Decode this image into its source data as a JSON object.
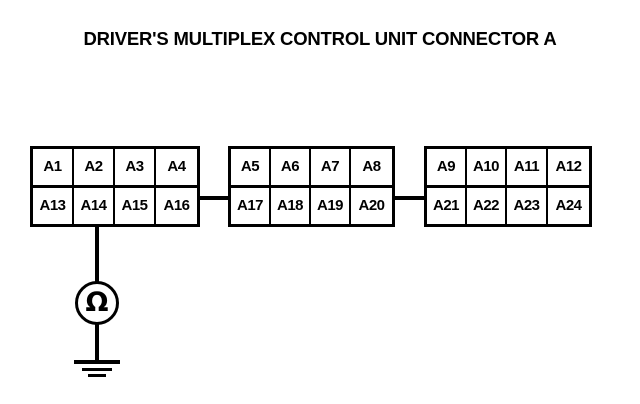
{
  "title": "DRIVER'S MULTIPLEX CONTROL UNIT CONNECTOR A",
  "connector": {
    "name": "Connector A",
    "blocks": [
      {
        "id": "block-1",
        "top_row": [
          "A1",
          "A2",
          "A3",
          "A4"
        ],
        "bottom_row": [
          "A13",
          "A14",
          "A15",
          "A16"
        ]
      },
      {
        "id": "block-2",
        "top_row": [
          "A5",
          "A6",
          "A7",
          "A8"
        ],
        "bottom_row": [
          "A17",
          "A18",
          "A19",
          "A20"
        ]
      },
      {
        "id": "block-3",
        "top_row": [
          "A9",
          "A10",
          "A11",
          "A12"
        ],
        "bottom_row": [
          "A21",
          "A22",
          "A23",
          "A24"
        ]
      }
    ]
  },
  "measurement": {
    "instrument": "ohmmeter",
    "instrument_glyph": "Ω",
    "probe_terminal": "A14",
    "reference": "ground"
  },
  "colors": {
    "ink": "#000000",
    "background": "#ffffff"
  }
}
